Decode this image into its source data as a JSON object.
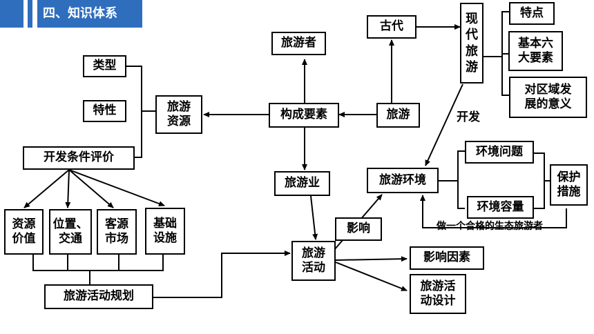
{
  "header": {
    "title": "四、知识体系"
  },
  "nodes": {
    "type": "类型",
    "trait": "特性",
    "resources": "旅游\n资源",
    "dev_eval": "开发条件评价",
    "res_value": "资源\n价值",
    "location": "位置、\n交通",
    "market": "客源\n市场",
    "infra": "基础\n设施",
    "planning": "旅游活动规划",
    "tourist": "旅游者",
    "elements": "构成要素",
    "travel": "旅游",
    "ancient": "古代",
    "modern": "现代\n旅游",
    "features": "特点",
    "six_elements": "基本六\n大要素",
    "significance": "对区域发\n展的意义",
    "industry": "旅游业",
    "environment": "旅游环境",
    "env_problem": "环境问题",
    "env_capacity": "环境容量",
    "protection": "保护\n措施",
    "impact": "影响",
    "activity": "旅游\n活动",
    "factors": "影响因素",
    "design": "旅游活\n动设计"
  },
  "labels": {
    "develop": "开发",
    "eco_tourist": "做一个合格的生态旅游者"
  }
}
